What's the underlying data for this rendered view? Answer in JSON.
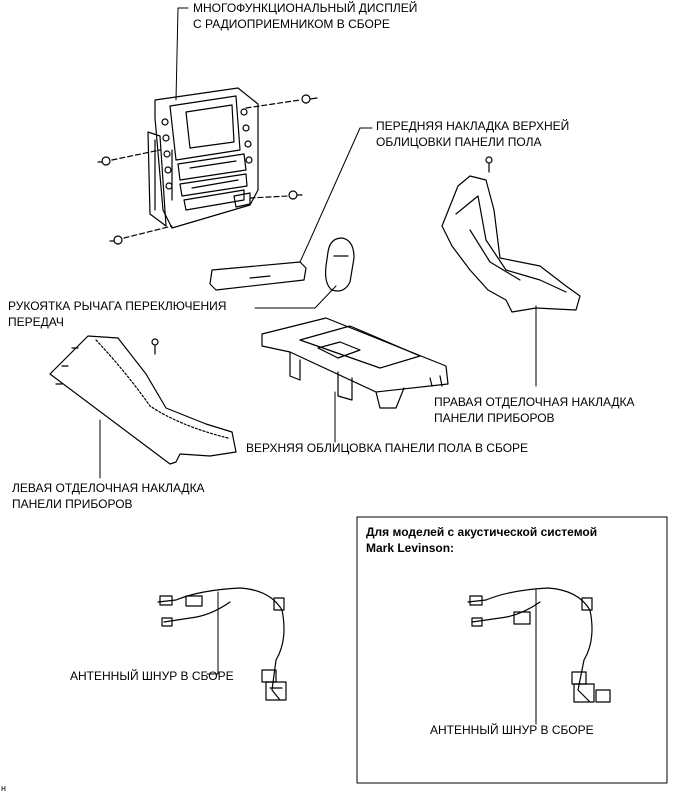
{
  "labels": {
    "display": [
      "МНОГОФУНКЦИОНАЛЬНЫЙ ДИСПЛЕЙ",
      "С РАДИОПРИЕМНИКОМ В СБОРЕ"
    ],
    "front_trim": [
      "ПЕРЕДНЯЯ НАКЛАДКА ВЕРХНЕЙ",
      "ОБЛИЦОВКИ ПАНЕЛИ ПОЛА"
    ],
    "shift_knob": [
      "РУКОЯТКА РЫЧАГА ПЕРЕКЛЮЧЕНИЯ",
      "ПЕРЕДАЧ"
    ],
    "right_trim": [
      "ПРАВАЯ ОТДЕЛОЧНАЯ НАКЛАДКА",
      "ПАНЕЛИ ПРИБОРОВ"
    ],
    "console_upper": "ВЕРХНЯЯ ОБЛИЦОВКА ПАНЕЛИ ПОЛА В СБОРЕ",
    "left_trim": [
      "ЛЕВАЯ ОТДЕЛОЧНАЯ НАКЛАДКА",
      "ПАНЕЛИ ПРИБОРОВ"
    ],
    "antenna_left": "АНТЕННЫЙ ШНУР В СБОРЕ",
    "antenna_right": "АНТЕННЫЙ ШНУР В СБОРЕ",
    "frame_title": [
      "Для моделей с акустической системой",
      "Mark Levinson:"
    ],
    "corner_mark": "н"
  }
}
